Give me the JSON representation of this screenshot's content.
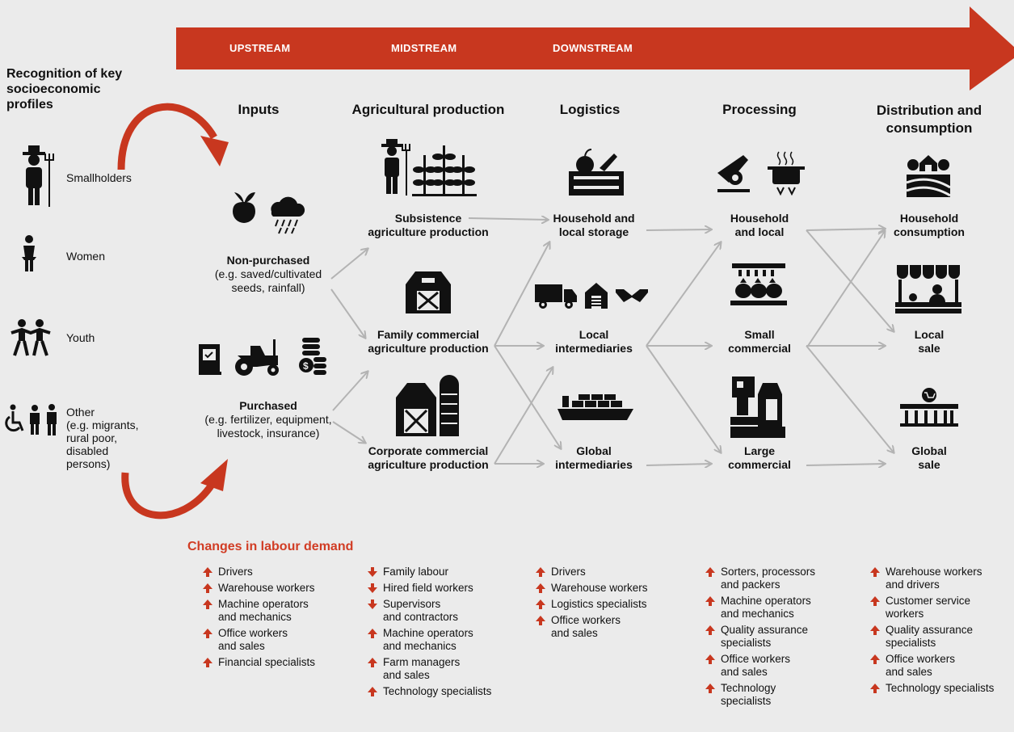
{
  "stream": {
    "upstream": "UPSTREAM",
    "midstream": "MIDSTREAM",
    "downstream": "DOWNSTREAM"
  },
  "profiles": {
    "title": [
      "Recognition of key",
      "socioeconomic",
      "profiles"
    ],
    "smallholders": "Smallholders",
    "women": "Women",
    "youth": "Youth",
    "other": [
      "Other",
      "(e.g. migrants,",
      "rural poor,",
      "disabled",
      "persons)"
    ]
  },
  "stages": {
    "inputs": "Inputs",
    "production": "Agricultural production",
    "logistics": "Logistics",
    "processing": "Processing",
    "distribution": [
      "Distribution and",
      "consumption"
    ]
  },
  "nodes": {
    "nonpurchased": {
      "title": "Non-purchased",
      "sub": [
        "(e.g. saved/cultivated",
        "seeds, rainfall)"
      ]
    },
    "purchased": {
      "title": "Purchased",
      "sub": [
        "(e.g. fertilizer, equipment,",
        "livestock, insurance)"
      ]
    },
    "subsistence": [
      "Subsistence",
      "agriculture production"
    ],
    "family": [
      "Family commercial",
      "agriculture production"
    ],
    "corporate": [
      "Corporate commercial",
      "agriculture production"
    ],
    "household_storage": [
      "Household and",
      "local storage"
    ],
    "local_int": [
      "Local",
      "intermediaries"
    ],
    "global_int": [
      "Global",
      "intermediaries"
    ],
    "household_local": [
      "Household",
      "and local"
    ],
    "small_comm": [
      "Small",
      "commercial"
    ],
    "large_comm": [
      "Large",
      "commercial"
    ],
    "household_cons": [
      "Household",
      "consumption"
    ],
    "local_sale": [
      "Local",
      "sale"
    ],
    "global_sale": [
      "Global",
      "sale"
    ]
  },
  "labour": {
    "title": "Changes in labour demand",
    "columns": [
      [
        {
          "dir": "up",
          "lines": [
            "Drivers"
          ]
        },
        {
          "dir": "up",
          "lines": [
            "Warehouse workers"
          ]
        },
        {
          "dir": "up",
          "lines": [
            "Machine operators",
            "and mechanics"
          ]
        },
        {
          "dir": "up",
          "lines": [
            "Office workers",
            "and sales"
          ]
        },
        {
          "dir": "up",
          "lines": [
            "Financial specialists"
          ]
        }
      ],
      [
        {
          "dir": "down",
          "lines": [
            "Family labour"
          ]
        },
        {
          "dir": "down",
          "lines": [
            "Hired field workers"
          ]
        },
        {
          "dir": "down",
          "lines": [
            "Supervisors",
            "and contractors"
          ]
        },
        {
          "dir": "up",
          "lines": [
            "Machine operators",
            "and mechanics"
          ]
        },
        {
          "dir": "up",
          "lines": [
            "Farm managers",
            "and sales"
          ]
        },
        {
          "dir": "up",
          "lines": [
            "Technology specialists"
          ]
        }
      ],
      [
        {
          "dir": "up",
          "lines": [
            "Drivers"
          ]
        },
        {
          "dir": "up",
          "lines": [
            "Warehouse workers"
          ]
        },
        {
          "dir": "up",
          "lines": [
            "Logistics specialists"
          ]
        },
        {
          "dir": "up",
          "lines": [
            "Office workers",
            "and sales"
          ]
        }
      ],
      [
        {
          "dir": "up",
          "lines": [
            "Sorters, processors",
            "and packers"
          ]
        },
        {
          "dir": "up",
          "lines": [
            "Machine operators",
            "and mechanics"
          ]
        },
        {
          "dir": "up",
          "lines": [
            "Quality assurance",
            "specialists"
          ]
        },
        {
          "dir": "up",
          "lines": [
            "Office workers",
            "and sales"
          ]
        },
        {
          "dir": "up",
          "lines": [
            "Technology",
            "specialists"
          ]
        }
      ],
      [
        {
          "dir": "up",
          "lines": [
            "Warehouse workers",
            "and drivers"
          ]
        },
        {
          "dir": "up",
          "lines": [
            "Customer service",
            "workers"
          ]
        },
        {
          "dir": "up",
          "lines": [
            "Quality assurance",
            "specialists"
          ]
        },
        {
          "dir": "up",
          "lines": [
            "Office workers",
            "and sales"
          ]
        },
        {
          "dir": "up",
          "lines": [
            "Technology specialists"
          ]
        }
      ]
    ]
  },
  "colors": {
    "accent": "#c8371f",
    "flow": "#b3b3b3",
    "bg": "#ebebeb"
  }
}
